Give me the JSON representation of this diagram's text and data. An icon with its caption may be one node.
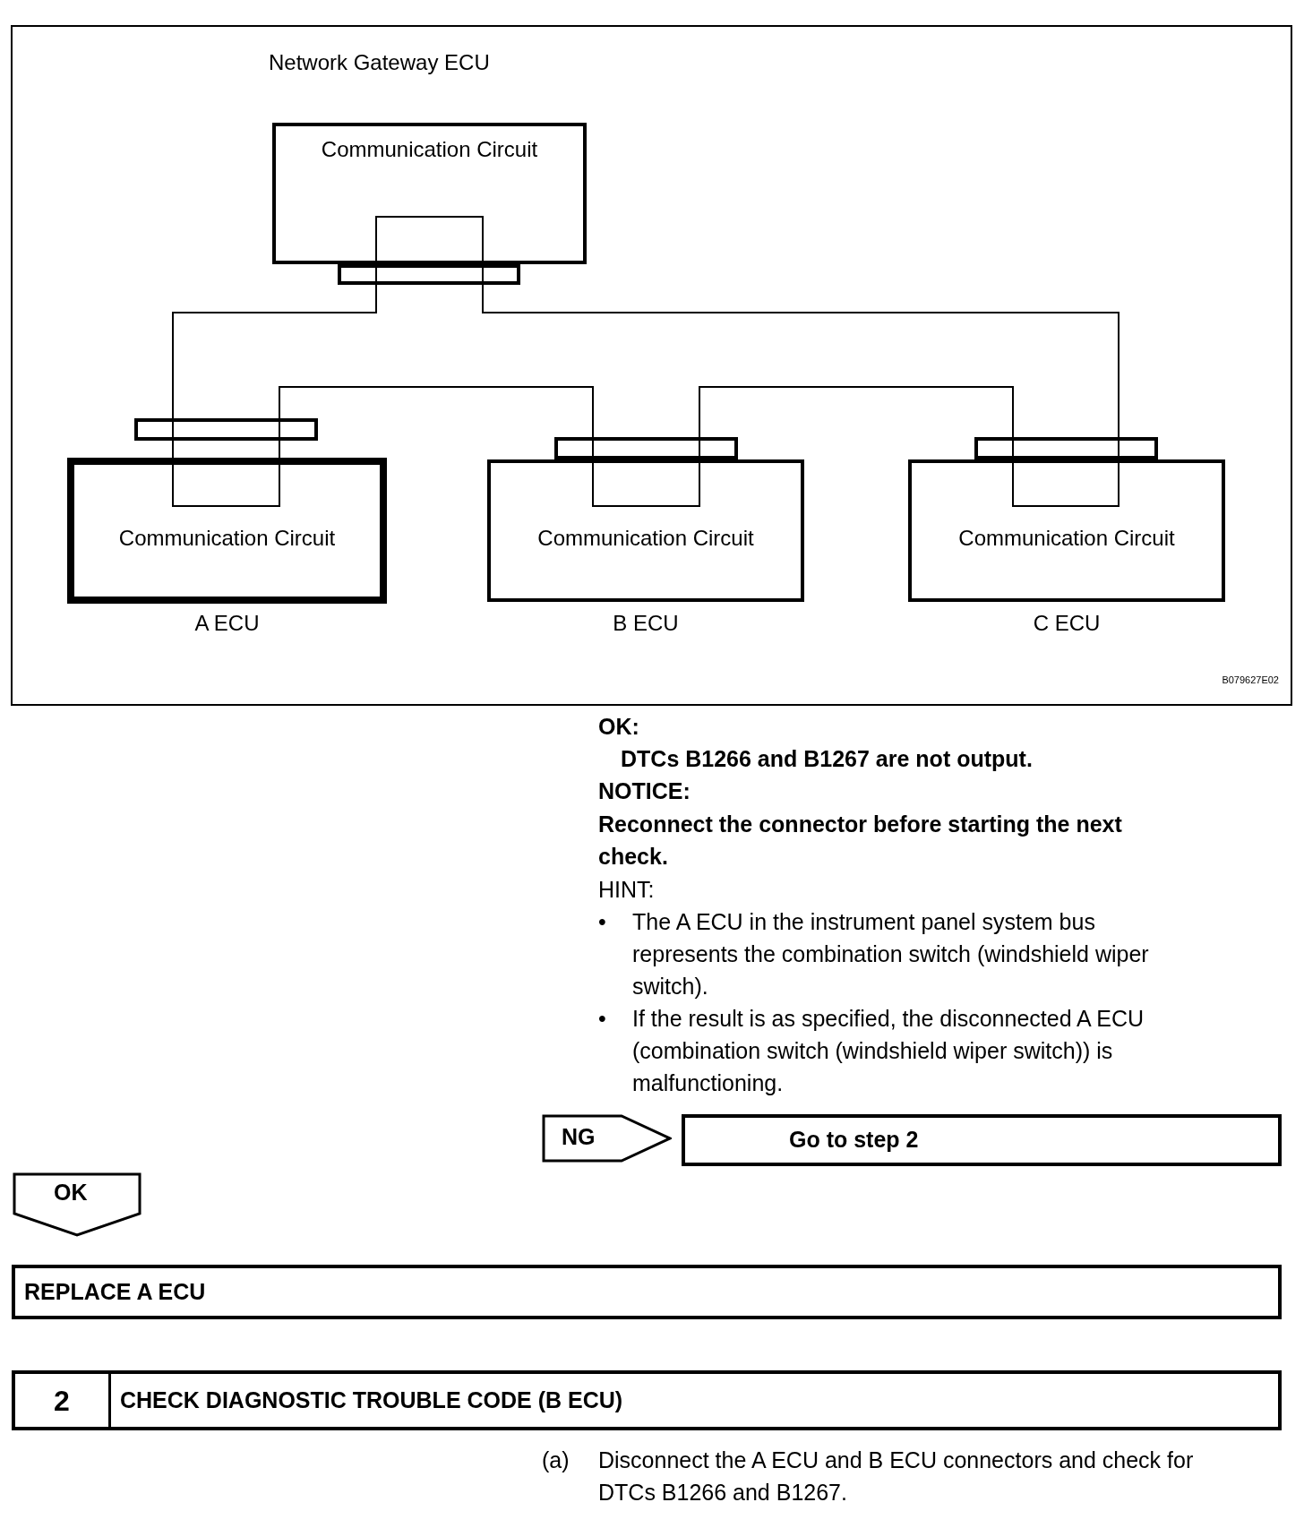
{
  "diagram": {
    "nodes": [
      {
        "text": [
          "Communication Circuit"
        ],
        "beside": [
          "Network Gateway ECU"
        ]
      },
      {
        "text": [
          "Communication Circuit"
        ],
        "beside": [
          "A ECU"
        ]
      },
      {
        "text": [
          "Communication Circuit"
        ],
        "beside": [
          "B ECU"
        ]
      },
      {
        "text": [
          "Communication Circuit"
        ],
        "beside": [
          "C ECU"
        ]
      },
      {
        "text": [
          "NG"
        ]
      },
      {
        "text": [
          "Go to step 2"
        ]
      },
      {
        "text": [
          "OK"
        ]
      },
      {
        "text": [
          "REPLACE A ECU"
        ]
      },
      {
        "text": [
          "2",
          "CHECK DIAGNOSTIC TROUBLE CODE (B ECU)"
        ]
      }
    ],
    "edges": [
      {
        "from": 0,
        "to": 1,
        "arrow": "none"
      },
      {
        "from": 0,
        "to": 3,
        "arrow": "none"
      },
      {
        "from": 1,
        "to": 2,
        "arrow": "none"
      },
      {
        "from": 2,
        "to": 3,
        "arrow": "none"
      }
    ],
    "labels": [
      "B079627E02",
      "OK:",
      "DTCs B1266 and B1267 are not output.",
      "NOTICE:",
      "Reconnect the connector before starting the next check.",
      "HINT:",
      "•",
      "The A ECU in the instrument panel system bus represents the combination switch (windshield wiper switch).",
      "•",
      "If the result is as specified, the disconnected A ECU (combination switch (windshield wiper switch)) is malfunctioning.",
      "(a)",
      "Disconnect the A ECU and B ECU connectors and check for DTCs B1266 and B1267."
    ]
  }
}
